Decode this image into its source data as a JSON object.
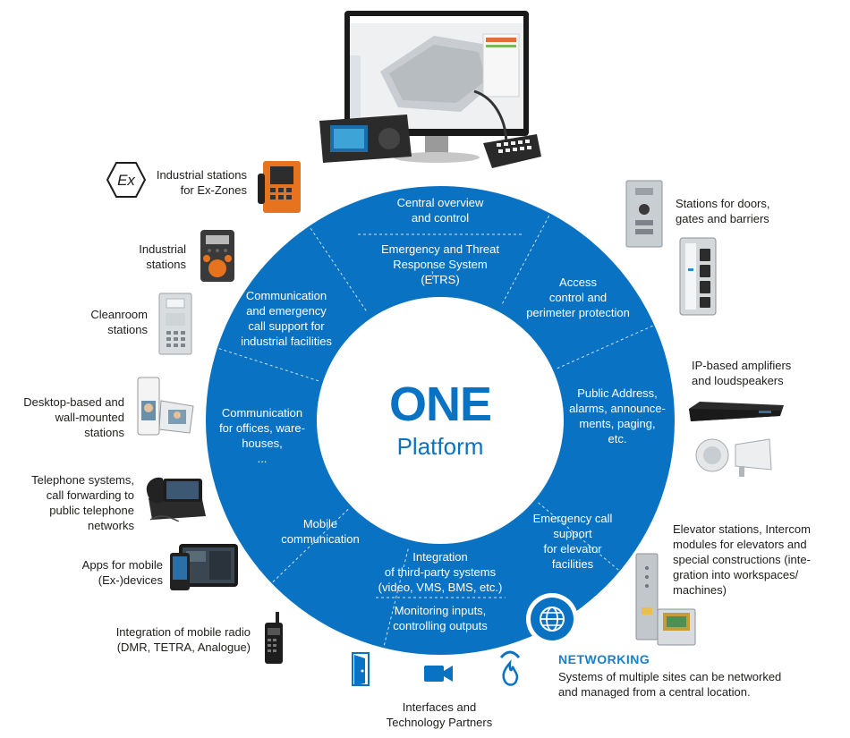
{
  "center": {
    "title": "ONE",
    "subtitle": "Platform"
  },
  "ring_segments": [
    {
      "lines": [
        "Central overview",
        "and control"
      ]
    },
    {
      "lines": [
        "Emergency and Threat",
        "Response System",
        "(ETRS)"
      ]
    },
    {
      "lines": [
        "Access",
        "control and",
        "perimeter protection"
      ]
    },
    {
      "lines": [
        "Public Address,",
        "alarms, announce-",
        "ments, paging,",
        "etc."
      ]
    },
    {
      "lines": [
        "Emergency call",
        "support",
        "for elevator",
        "facilities"
      ]
    },
    {
      "lines": [
        "Integration",
        "of third-party systems",
        "(video, VMS, BMS, etc.)"
      ]
    },
    {
      "lines": [
        "Monitoring inputs,",
        "controlling outputs"
      ]
    },
    {
      "lines": [
        "Mobile",
        "communication"
      ]
    },
    {
      "lines": [
        "Communication",
        "for offices, ware-",
        "houses,",
        "..."
      ]
    },
    {
      "lines": [
        "Communication",
        "and emergency",
        "call support for",
        "industrial facilities"
      ]
    }
  ],
  "left_labels": [
    {
      "id": "ex",
      "text": "Industrial stations\nfor Ex-Zones"
    },
    {
      "id": "industrial",
      "text": "Industrial\nstations"
    },
    {
      "id": "cleanroom",
      "text": "Cleanroom\nstations"
    },
    {
      "id": "desktop",
      "text": "Desktop-based and\nwall-mounted\nstations"
    },
    {
      "id": "telephone",
      "text": "Telephone systems,\ncall forwarding to\npublic telephone\nnetworks"
    },
    {
      "id": "apps",
      "text": "Apps for mobile\n(Ex-)devices"
    },
    {
      "id": "radio",
      "text": "Integration of mobile radio\n(DMR, TETRA, Analogue)"
    }
  ],
  "right_labels": [
    {
      "id": "doors",
      "text": "Stations for doors,\ngates and barriers"
    },
    {
      "id": "amplifiers",
      "text": "IP-based amplifiers\nand loudspeakers"
    },
    {
      "id": "elevator",
      "text": "Elevator stations, Intercom\nmodules for elevators and\nspecial constructions (inte-\ngration into workspaces/\nmachines)"
    }
  ],
  "networking": {
    "title": "NETWORKING",
    "text": "Systems of multiple sites can be networked\nand managed from a central location."
  },
  "interfaces": {
    "text": "Interfaces and\nTechnology Partners"
  },
  "icons": {
    "ex": "ex-zone-icon",
    "globe": "globe-icon",
    "door": "door-icon",
    "camera": "video-camera-icon",
    "fire": "fire-alarm-icon"
  },
  "colors": {
    "ring": "#0a72c2",
    "accent": "#1b7fc7",
    "text": "#1d1d1b"
  }
}
